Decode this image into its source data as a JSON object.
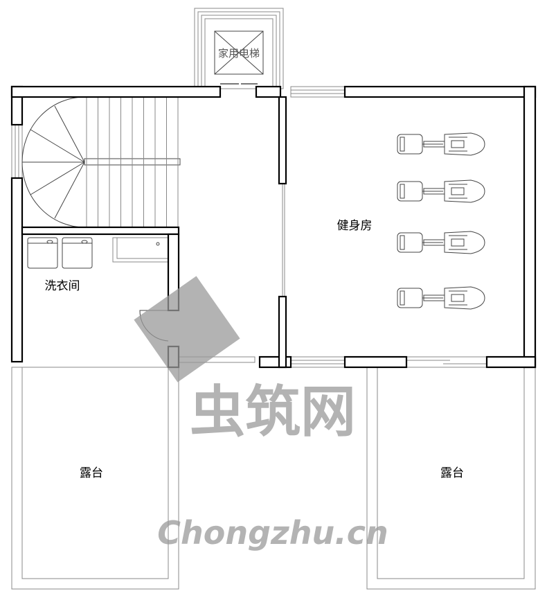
{
  "rooms": {
    "elevator": "家用电梯",
    "gym": "健身房",
    "laundry": "洗衣间",
    "terrace_left": "露台",
    "terrace_right": "露台"
  },
  "watermark": {
    "brand": "虫筑网",
    "site": "Chongzhu.cn"
  }
}
